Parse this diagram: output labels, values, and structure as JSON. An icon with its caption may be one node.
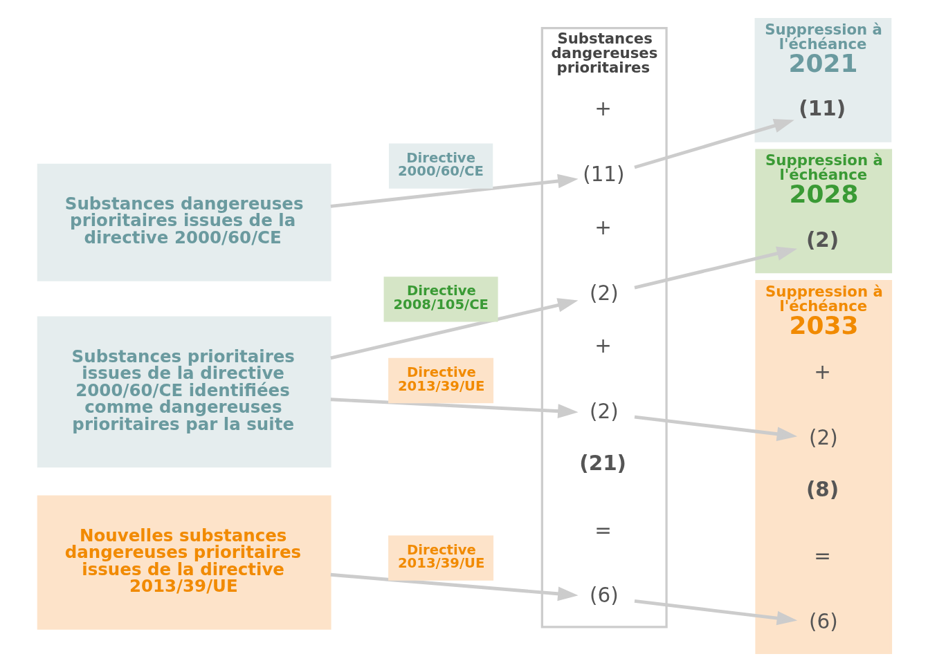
{
  "diagram": {
    "nodes": [
      {
        "text": [
          "Substances dangereuses prioritaires issues de la directive 2000/60/CE"
        ]
      },
      {
        "text": [
          "Substances prioritaires issues de la directive 2000/60/CE identifiées comme dangereuses prioritaires par la suite"
        ]
      },
      {
        "text": [
          "Nouvelles substances dangereuses prioritaires issues de la directive 2013/39/UE"
        ]
      },
      {
        "text": [
          "Substances dangereuses prioritaires"
        ]
      },
      {
        "text": [
          "(11)"
        ],
        "in": 3
      },
      {
        "text": [
          "+"
        ],
        "in": 3
      },
      {
        "text": [
          "(2)"
        ],
        "in": 3
      },
      {
        "text": [
          "+"
        ],
        "in": 3
      },
      {
        "text": [
          "(2)"
        ],
        "in": 3
      },
      {
        "text": [
          "+"
        ],
        "in": 3
      },
      {
        "text": [
          "(6)"
        ],
        "in": 3
      },
      {
        "text": [
          "="
        ],
        "in": 3
      },
      {
        "text": [
          "(21)"
        ],
        "in": 3
      },
      {
        "text": [
          "Suppression à l'échéance",
          "2021"
        ]
      },
      {
        "text": [
          "(11)"
        ],
        "in": 13
      },
      {
        "text": [
          "Suppression à l'échéance",
          "2028"
        ]
      },
      {
        "text": [
          "(2)"
        ],
        "in": 15
      },
      {
        "text": [
          "Suppression à l'échéance",
          "2033"
        ]
      },
      {
        "text": [
          "(2)"
        ],
        "in": 17
      },
      {
        "text": [
          "+"
        ],
        "in": 17
      },
      {
        "text": [
          "(6)"
        ],
        "in": 17
      },
      {
        "text": [
          "="
        ],
        "in": 17
      },
      {
        "text": [
          "(8)"
        ],
        "in": 17
      }
    ],
    "edges": [
      {
        "from": 0,
        "to": 4,
        "arrow": "to",
        "label": "Directive 2000/60/CE"
      },
      {
        "from": 1,
        "to": 6,
        "arrow": "to",
        "label": "Directive 2008/105/CE"
      },
      {
        "from": 1,
        "to": 8,
        "arrow": "to",
        "label": "Directive 2013/39/UE"
      },
      {
        "from": 2,
        "to": 10,
        "arrow": "to",
        "label": "Directive 2013/39/UE"
      },
      {
        "from": 4,
        "to": 14,
        "arrow": "to"
      },
      {
        "from": 6,
        "to": 16,
        "arrow": "to"
      },
      {
        "from": 8,
        "to": 18,
        "arrow": "to"
      },
      {
        "from": 10,
        "to": 20,
        "arrow": "to"
      }
    ]
  }
}
